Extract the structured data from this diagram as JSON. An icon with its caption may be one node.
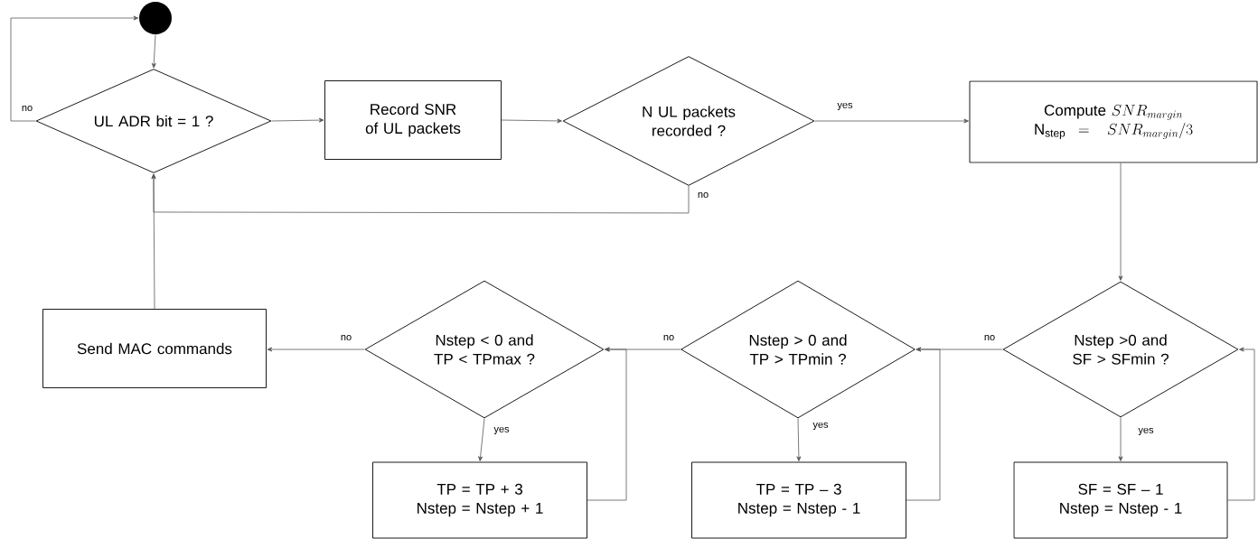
{
  "diagram": {
    "nodes": [
      {
        "text": [],
        "shape": "circle"
      },
      {
        "text": [
          "UL ADR bit = 1 ?"
        ]
      },
      {
        "text": [
          "Record SNR of UL packets"
        ]
      },
      {
        "text": [
          "N UL packets recorded ?"
        ]
      },
      {
        "text": [
          "\\text{Compute } SNR_{margin}",
          "\\mathrm{N_{step}} = \\ SNR_{margin}/3"
        ]
      },
      {
        "text": [
          "Nstep >0 and SF > SFmin ?"
        ]
      },
      {
        "text": [
          "SF = SF – 1",
          "Nstep = Nstep - 1"
        ]
      },
      {
        "text": [
          "Nstep > 0 and TP > TPmin ?"
        ]
      },
      {
        "text": [
          "TP = TP – 3",
          "Nstep = Nstep - 1"
        ]
      },
      {
        "text": [
          "Nstep < 0 and TP < TPmax ?"
        ]
      },
      {
        "text": [
          "TP = TP + 3",
          "Nstep = Nstep + 1"
        ]
      },
      {
        "text": [
          "Send MAC commands"
        ]
      }
    ],
    "edges": [
      {
        "from": 0,
        "to": 1,
        "arrow": "to"
      },
      {
        "from": 1,
        "to": 0,
        "arrow": "to",
        "label": "no"
      },
      {
        "from": 1,
        "to": 2,
        "arrow": "to"
      },
      {
        "from": 2,
        "to": 3,
        "arrow": "to"
      },
      {
        "from": 3,
        "to": 4,
        "arrow": "to",
        "label": "yes"
      },
      {
        "from": 3,
        "to": 1,
        "arrow": "to",
        "label": "no"
      },
      {
        "from": 4,
        "to": 5,
        "arrow": "to"
      },
      {
        "from": 5,
        "to": 7,
        "arrow": "to",
        "label": "no"
      },
      {
        "from": 7,
        "to": 9,
        "arrow": "to",
        "label": "no"
      },
      {
        "from": 9,
        "to": 11,
        "arrow": "to",
        "label": "no"
      },
      {
        "from": 11,
        "to": 1,
        "arrow": "to"
      },
      {
        "from": 5,
        "to": 6,
        "arrow": "to",
        "label": "yes"
      },
      {
        "from": 7,
        "to": 8,
        "arrow": "to",
        "label": "yes"
      },
      {
        "from": 9,
        "to": 10,
        "arrow": "to",
        "label": "yes"
      },
      {
        "from": 6,
        "to": 5,
        "arrow": "to"
      },
      {
        "from": 8,
        "to": 7,
        "arrow": "to"
      },
      {
        "from": 10,
        "to": 9,
        "arrow": "to"
      }
    ]
  }
}
